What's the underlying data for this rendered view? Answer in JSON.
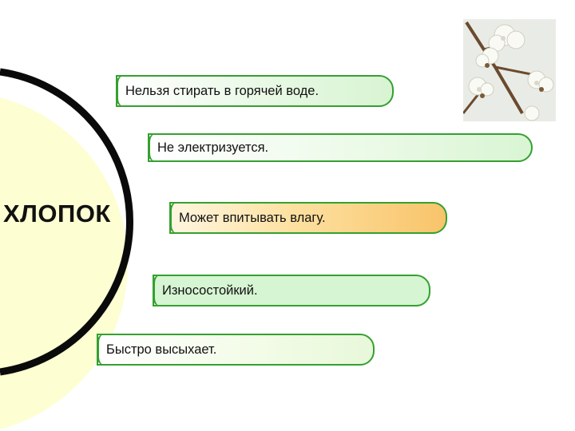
{
  "center": {
    "title": "ХЛОПОК"
  },
  "properties": [
    {
      "label": "Нельзя стирать в горячей воде."
    },
    {
      "label": "Не электризуется."
    },
    {
      "label": "Может впитывать влагу."
    },
    {
      "label": "Износостойкий."
    },
    {
      "label": "Быстро высыхает."
    }
  ],
  "colors": {
    "circle_fill": "#fdfed2",
    "arc": "#0a0a0a",
    "pill_border": "#35a030",
    "pill_green": "#d6f5d2",
    "pill_highlight": "#f8c46a"
  },
  "image": {
    "subject": "cotton-plant-photo"
  }
}
